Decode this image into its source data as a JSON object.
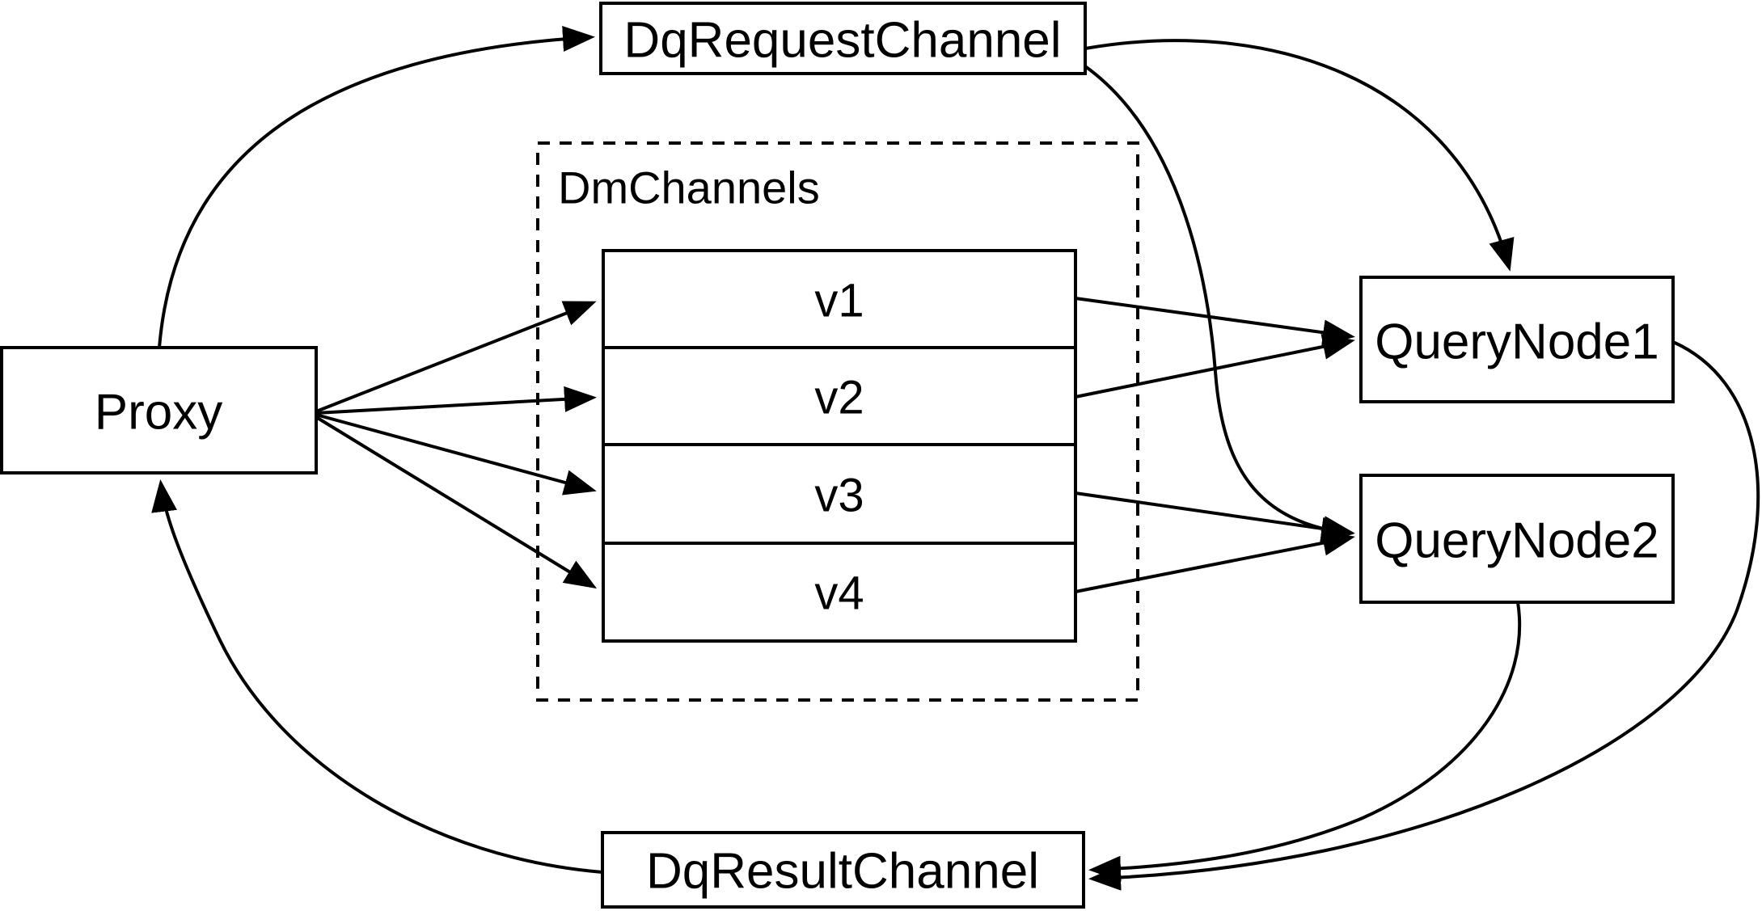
{
  "diagram": {
    "colors": {
      "background": "#ffffff",
      "line": "#000000",
      "box_fill": "#ffffff",
      "text": "#000000"
    },
    "nodes": {
      "proxy": {
        "label": "Proxy"
      },
      "dq_request_channel": {
        "label": "DqRequestChannel"
      },
      "query_node1": {
        "label": "QueryNode1"
      },
      "query_node2": {
        "label": "QueryNode2"
      },
      "dq_result_channel": {
        "label": "DqResultChannel"
      }
    },
    "dm_channels": {
      "label": "DmChannels",
      "channels": [
        "v1",
        "v2",
        "v3",
        "v4"
      ]
    },
    "edges": [
      {
        "from": "Proxy",
        "to": "DqRequestChannel"
      },
      {
        "from": "DqRequestChannel",
        "to": "QueryNode1"
      },
      {
        "from": "DqRequestChannel",
        "to": "QueryNode2"
      },
      {
        "from": "Proxy",
        "to": "v1"
      },
      {
        "from": "Proxy",
        "to": "v2"
      },
      {
        "from": "Proxy",
        "to": "v3"
      },
      {
        "from": "Proxy",
        "to": "v4"
      },
      {
        "from": "v1",
        "to": "QueryNode1"
      },
      {
        "from": "v2",
        "to": "QueryNode1"
      },
      {
        "from": "v3",
        "to": "QueryNode2"
      },
      {
        "from": "v4",
        "to": "QueryNode2"
      },
      {
        "from": "QueryNode1",
        "to": "DqResultChannel"
      },
      {
        "from": "QueryNode2",
        "to": "DqResultChannel"
      },
      {
        "from": "DqResultChannel",
        "to": "Proxy"
      }
    ]
  }
}
